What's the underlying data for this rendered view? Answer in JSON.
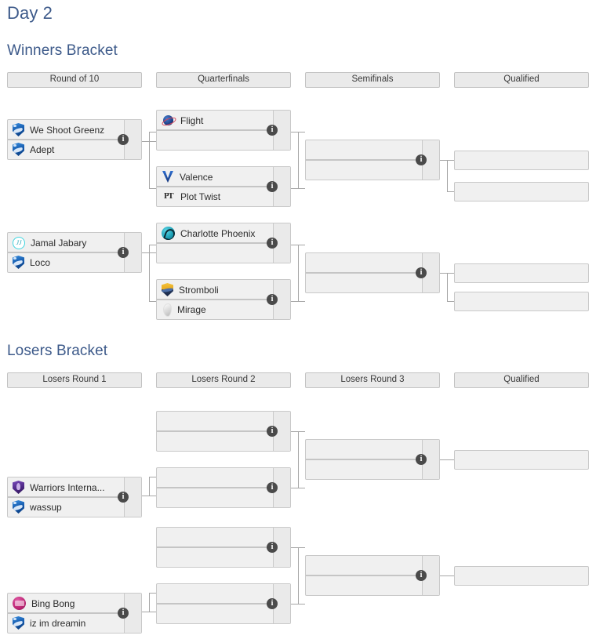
{
  "page": {
    "title": "Day 2"
  },
  "brackets": [
    {
      "id": "winners",
      "title": "Winners Bracket",
      "rounds": [
        {
          "label": "Round of 10"
        },
        {
          "label": "Quarterfinals"
        },
        {
          "label": "Semifinals"
        },
        {
          "label": "Qualified"
        }
      ],
      "matches": [
        {
          "id": "w-r1-m1",
          "round": 0,
          "teams": [
            {
              "name": "We Shoot Greenz",
              "logo": "shield-blue-logo",
              "score": ""
            },
            {
              "name": "Adept",
              "logo": "shield-blue-logo",
              "score": ""
            }
          ],
          "info": "match-info-icon"
        },
        {
          "id": "w-r1-m2",
          "round": 0,
          "teams": [
            {
              "name": "Jamal Jabary",
              "logo": "circle-cyan-jj-logo",
              "score": ""
            },
            {
              "name": "Loco",
              "logo": "shield-blue-logo",
              "score": ""
            }
          ],
          "info": "match-info-icon"
        },
        {
          "id": "w-r2-m1",
          "round": 1,
          "teams": [
            {
              "name": "Flight",
              "logo": "planet-logo",
              "score": ""
            },
            {
              "name": "",
              "logo": "",
              "score": ""
            }
          ],
          "info": "match-info-icon"
        },
        {
          "id": "w-r2-m2",
          "round": 1,
          "teams": [
            {
              "name": "Valence",
              "logo": "chevron-v-logo",
              "score": ""
            },
            {
              "name": "Plot Twist",
              "logo": "pt-monogram-logo",
              "score": ""
            }
          ],
          "info": "match-info-icon"
        },
        {
          "id": "w-r2-m3",
          "round": 1,
          "teams": [
            {
              "name": "Charlotte Phoenix",
              "logo": "circle-teal-logo",
              "score": ""
            },
            {
              "name": "",
              "logo": "",
              "score": ""
            }
          ],
          "info": "match-info-icon"
        },
        {
          "id": "w-r2-m4",
          "round": 1,
          "teams": [
            {
              "name": "Stromboli",
              "logo": "shield-gold-logo",
              "score": ""
            },
            {
              "name": "Mirage",
              "logo": "mirage-logo",
              "score": ""
            }
          ],
          "info": "match-info-icon"
        },
        {
          "id": "w-r3-m1",
          "round": 2,
          "teams": [
            {
              "name": "",
              "logo": "",
              "score": ""
            },
            {
              "name": "",
              "logo": "",
              "score": ""
            }
          ],
          "info": "match-info-icon"
        },
        {
          "id": "w-r3-m2",
          "round": 2,
          "teams": [
            {
              "name": "",
              "logo": "",
              "score": ""
            },
            {
              "name": "",
              "logo": "",
              "score": ""
            }
          ],
          "info": "match-info-icon"
        }
      ],
      "qualified": [
        {
          "id": "w-q1",
          "name": ""
        },
        {
          "id": "w-q2",
          "name": ""
        },
        {
          "id": "w-q3",
          "name": ""
        },
        {
          "id": "w-q4",
          "name": ""
        }
      ]
    },
    {
      "id": "losers",
      "title": "Losers Bracket",
      "rounds": [
        {
          "label": "Losers Round 1"
        },
        {
          "label": "Losers Round 2"
        },
        {
          "label": "Losers Round 3"
        },
        {
          "label": "Qualified"
        }
      ],
      "matches": [
        {
          "id": "l-r1-m1",
          "round": 0,
          "teams": [
            {
              "name": "Warriors Interna...",
              "logo": "shield-purple-logo",
              "score": ""
            },
            {
              "name": "wassup",
              "logo": "shield-blue-logo",
              "score": ""
            }
          ],
          "info": "match-info-icon"
        },
        {
          "id": "l-r1-m2",
          "round": 0,
          "teams": [
            {
              "name": "Bing Bong",
              "logo": "circle-pink-logo",
              "score": ""
            },
            {
              "name": "iz im dreamin",
              "logo": "shield-blue-logo",
              "score": ""
            }
          ],
          "info": "match-info-icon"
        },
        {
          "id": "l-r2-m1",
          "round": 1,
          "teams": [
            {
              "name": "",
              "logo": "",
              "score": ""
            },
            {
              "name": "",
              "logo": "",
              "score": ""
            }
          ],
          "info": "match-info-icon"
        },
        {
          "id": "l-r2-m2",
          "round": 1,
          "teams": [
            {
              "name": "",
              "logo": "",
              "score": ""
            },
            {
              "name": "",
              "logo": "",
              "score": ""
            }
          ],
          "info": "match-info-icon"
        },
        {
          "id": "l-r2-m3",
          "round": 1,
          "teams": [
            {
              "name": "",
              "logo": "",
              "score": ""
            },
            {
              "name": "",
              "logo": "",
              "score": ""
            }
          ],
          "info": "match-info-icon"
        },
        {
          "id": "l-r2-m4",
          "round": 1,
          "teams": [
            {
              "name": "",
              "logo": "",
              "score": ""
            },
            {
              "name": "",
              "logo": "",
              "score": ""
            }
          ],
          "info": "match-info-icon"
        },
        {
          "id": "l-r3-m1",
          "round": 2,
          "teams": [
            {
              "name": "",
              "logo": "",
              "score": ""
            },
            {
              "name": "",
              "logo": "",
              "score": ""
            }
          ],
          "info": "match-info-icon"
        },
        {
          "id": "l-r3-m2",
          "round": 2,
          "teams": [
            {
              "name": "",
              "logo": "",
              "score": ""
            },
            {
              "name": "",
              "logo": "",
              "score": ""
            }
          ],
          "info": "match-info-icon"
        }
      ],
      "qualified": [
        {
          "id": "l-q1",
          "name": ""
        },
        {
          "id": "l-q2",
          "name": ""
        }
      ]
    }
  ],
  "icons": {
    "info": "i"
  },
  "colors": {
    "heading": "#3d5a8a",
    "box_fill": "#f0f0f0",
    "box_border": "#c9c9c9",
    "header_fill": "#eaeaea",
    "connector": "#a6a6a6",
    "info_badge": "#4a4a4a"
  }
}
